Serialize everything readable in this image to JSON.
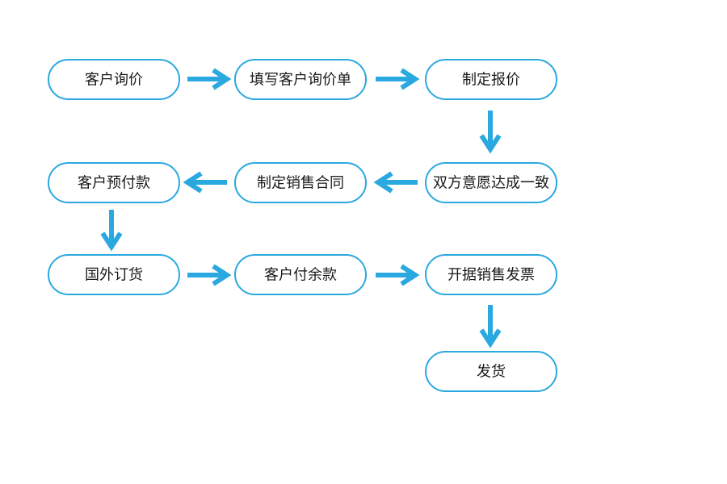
{
  "flowchart": {
    "colors": {
      "accent": "#2aa8e0",
      "background": "#ffffff",
      "text": "#1a1a1a"
    },
    "steps": [
      {
        "id": "customer-inquiry",
        "label": "客户询价"
      },
      {
        "id": "fill-inquiry-form",
        "label": "填写客户询价单"
      },
      {
        "id": "make-quote",
        "label": "制定报价"
      },
      {
        "id": "mutual-agreement",
        "label": "双方意愿达成一致"
      },
      {
        "id": "draft-sales-contract",
        "label": "制定销售合同"
      },
      {
        "id": "customer-prepayment",
        "label": "客户预付款"
      },
      {
        "id": "overseas-order",
        "label": "国外订货"
      },
      {
        "id": "customer-balance-payment",
        "label": "客户付余款"
      },
      {
        "id": "issue-sales-invoice",
        "label": "开据销售发票"
      },
      {
        "id": "ship-goods",
        "label": "发货"
      }
    ],
    "connections": [
      {
        "from": "customer-inquiry",
        "to": "fill-inquiry-form"
      },
      {
        "from": "fill-inquiry-form",
        "to": "make-quote"
      },
      {
        "from": "make-quote",
        "to": "mutual-agreement"
      },
      {
        "from": "mutual-agreement",
        "to": "draft-sales-contract"
      },
      {
        "from": "draft-sales-contract",
        "to": "customer-prepayment"
      },
      {
        "from": "customer-prepayment",
        "to": "overseas-order"
      },
      {
        "from": "overseas-order",
        "to": "customer-balance-payment"
      },
      {
        "from": "customer-balance-payment",
        "to": "issue-sales-invoice"
      },
      {
        "from": "issue-sales-invoice",
        "to": "ship-goods"
      }
    ]
  }
}
